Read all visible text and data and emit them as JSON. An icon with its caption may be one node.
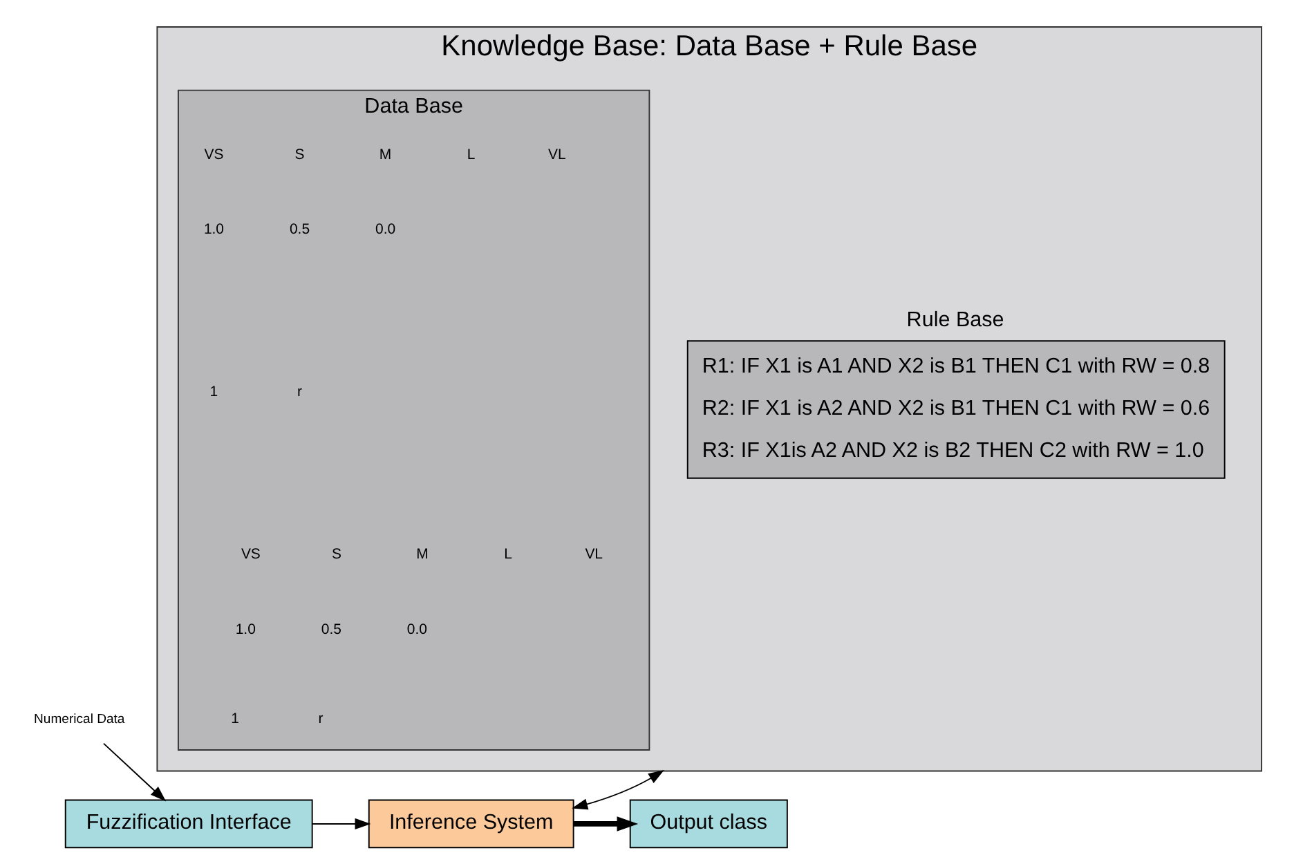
{
  "diagram": {
    "nodes": [
      {
        "text": [
          "Knowledge Base: Data Base + Rule Base"
        ]
      },
      {
        "text": [
          "Data Base"
        ],
        "in": 0
      },
      {
        "text": [
          "Rule Base",
          "R1: IF X1 is A1 AND X2 is B1 THEN C1 with RW = 0.8",
          "R2: IF X1 is A2 AND X2 is B1 THEN C1 with RW = 0.6",
          "R3: IF X1is A2 AND X2 is B2 THEN C2 with RW = 1.0"
        ],
        "in": 0
      },
      {
        "text": [
          "Numerical Data"
        ]
      },
      {
        "text": [
          "Fuzzification Interface"
        ]
      },
      {
        "text": [
          "Inference System"
        ]
      },
      {
        "text": [
          "Output class"
        ]
      }
    ],
    "edges": [
      {
        "from": 3,
        "to": 4,
        "arrow": "to"
      },
      {
        "from": 4,
        "to": 5,
        "arrow": "to"
      },
      {
        "from": 5,
        "to": 6,
        "arrow": "to",
        "style": "thick"
      },
      {
        "from": 5,
        "to": 0,
        "arrow": "both"
      }
    ],
    "labels": [
      "VS",
      "S",
      "M",
      "L",
      "VL",
      "1.0",
      "0.5",
      "0.0",
      "1",
      "r",
      "VS",
      "S",
      "M",
      "L",
      "VL",
      "1.0",
      "0.5",
      "0.0",
      "1",
      "r"
    ]
  }
}
